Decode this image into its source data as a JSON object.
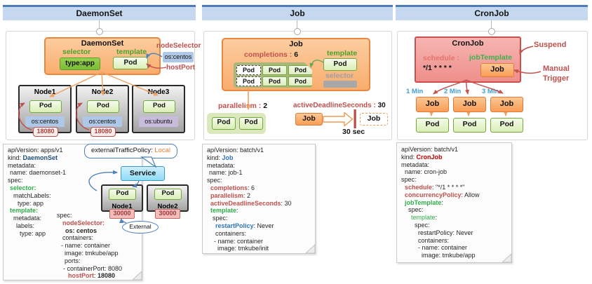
{
  "colors": {
    "accent_orange": "#ed7d31",
    "accent_red": "#c0504d",
    "accent_green": "#46a32b",
    "accent_blue": "#4f81bd",
    "header_blue": "#c6d8ef",
    "min_blue": "#3e9fdd"
  },
  "panels": {
    "daemonset": {
      "header": "DaemonSet",
      "box_title": "DaemonSet",
      "selector_label": "selector",
      "selector_value": "type:app",
      "template_label": "template",
      "template_pod": "Pod",
      "node_selector_label": "nodeSelector",
      "node_selector_chip": "os:centos",
      "host_port_label": "hostPort",
      "nodes": [
        {
          "title": "Node1",
          "pod": "Pod",
          "os": "os:centos",
          "port": "18080"
        },
        {
          "title": "Node2",
          "pod": "Pod",
          "os": "os:centos",
          "port": "18080"
        },
        {
          "title": "Node3",
          "pod": "Pod",
          "os": "os:ubuntu"
        }
      ]
    },
    "job": {
      "header": "Job",
      "box_title": "Job",
      "completions_label": "completions :",
      "completions_value": "6",
      "grid": [
        "Pod",
        "Pod",
        "Pod",
        "Pod",
        "Pod",
        "Pod"
      ],
      "template_label": "template",
      "template_pod": "Pod",
      "selector_label": "selector",
      "parallelism_label": "parallelism :",
      "parallelism_value": "2",
      "parallel_pods": [
        "Pod",
        "Pod"
      ],
      "adl_label": "activeDeadlineSeconds :",
      "adl_value": "30",
      "job_chip": "Job",
      "job_chip_dashed": "Job",
      "deadline_caption": "30 sec"
    },
    "cronjob": {
      "header": "CronJob",
      "box_title": "CronJob",
      "schedule_label": "schedule :",
      "schedule_value": "*/1 * * * *",
      "job_template_label": "jobTemplate",
      "job_chip": "Job",
      "suspend_label": "Suspend",
      "manual_trigger_line1": "Manual",
      "manual_trigger_line2": "Trigger",
      "runs": [
        {
          "min": "1 Min",
          "job": "Job",
          "pod": "Pod"
        },
        {
          "min": "2 Min",
          "job": "Job",
          "pod": "Pod"
        },
        {
          "min": "3 Min",
          "job": "Job",
          "pod": "Pod"
        }
      ]
    }
  },
  "service": {
    "callout_text": "externalTrafficPolicy: ",
    "callout_value": "Local",
    "service_label": "Service",
    "nodes": [
      {
        "pod": "Pod",
        "title": "Node1",
        "port": "30000"
      },
      {
        "pod": "Pod",
        "title": "Node2",
        "port": "30000"
      }
    ],
    "external_label": "External"
  },
  "notes": {
    "daemonset_a": {
      "lines": [
        {
          "i": 0,
          "s": [
            [
              "apiVersion: apps/v1",
              ""
            ]
          ]
        },
        {
          "i": 0,
          "s": [
            [
              "kind: ",
              ""
            ],
            [
              "DaemonSet",
              "navy b"
            ]
          ]
        },
        {
          "i": 0,
          "s": [
            [
              "metadata:",
              ""
            ]
          ]
        },
        {
          "i": 3,
          "s": [
            [
              "name: daemonset-1",
              ""
            ]
          ]
        },
        {
          "i": 0,
          "s": [
            [
              "spec:",
              ""
            ]
          ]
        },
        {
          "i": 3,
          "s": [
            [
              "selector:",
              "green b"
            ]
          ]
        },
        {
          "i": 8,
          "s": [
            [
              "matchLabels:",
              ""
            ]
          ]
        },
        {
          "i": 14,
          "s": [
            [
              "type: app",
              ""
            ]
          ]
        },
        {
          "i": 3,
          "s": [
            [
              "template:",
              "green b"
            ]
          ]
        },
        {
          "i": 8,
          "s": [
            [
              "metadata:",
              ""
            ]
          ]
        },
        {
          "i": 12,
          "s": [
            [
              "labels:",
              ""
            ]
          ]
        },
        {
          "i": 17,
          "s": [
            [
              "type: app",
              ""
            ]
          ]
        }
      ]
    },
    "daemonset_b": {
      "lines": [
        {
          "i": 0,
          "s": [
            [
              "spec:",
              ""
            ]
          ]
        },
        {
          "i": 8,
          "s": [
            [
              "nodeSelector:",
              "red b"
            ]
          ]
        },
        {
          "i": 12,
          "s": [
            [
              "os: centos",
              "b"
            ]
          ]
        },
        {
          "i": 8,
          "s": [
            [
              "containers:",
              ""
            ]
          ]
        },
        {
          "i": 6,
          "s": [
            [
              "- name: container",
              ""
            ]
          ]
        },
        {
          "i": 11,
          "s": [
            [
              "image: tmkube/app",
              ""
            ]
          ]
        },
        {
          "i": 11,
          "s": [
            [
              "ports:",
              ""
            ]
          ]
        },
        {
          "i": 9,
          "s": [
            [
              "- containerPort: 8080",
              ""
            ]
          ]
        },
        {
          "i": 16,
          "s": [
            [
              "hostPort",
              "red b"
            ],
            [
              ": ",
              ""
            ],
            [
              "18080",
              "b"
            ]
          ]
        }
      ]
    },
    "job": {
      "lines": [
        {
          "i": 0,
          "s": [
            [
              "apiVersion: batch/v1",
              ""
            ]
          ]
        },
        {
          "i": 0,
          "s": [
            [
              "kind: ",
              ""
            ],
            [
              "Job",
              "blue b"
            ]
          ]
        },
        {
          "i": 0,
          "s": [
            [
              "metadata:",
              ""
            ]
          ]
        },
        {
          "i": 3,
          "s": [
            [
              "name: job-1",
              ""
            ]
          ]
        },
        {
          "i": 0,
          "s": [
            [
              "spec:",
              ""
            ]
          ]
        },
        {
          "i": 5,
          "s": [
            [
              "completions",
              "red b"
            ],
            [
              ": 6",
              ""
            ]
          ]
        },
        {
          "i": 5,
          "s": [
            [
              "parallelism",
              "red b"
            ],
            [
              ": 2",
              ""
            ]
          ]
        },
        {
          "i": 5,
          "s": [
            [
              "activeDeadlineSeconds",
              "red b"
            ],
            [
              ": 30",
              ""
            ]
          ]
        },
        {
          "i": 5,
          "s": [
            [
              "template",
              "green b"
            ],
            [
              ":",
              ""
            ]
          ]
        },
        {
          "i": 8,
          "s": [
            [
              "spec:",
              ""
            ]
          ]
        },
        {
          "i": 12,
          "s": [
            [
              "restartPolicy",
              "blue b"
            ],
            [
              ": Never",
              ""
            ]
          ]
        },
        {
          "i": 12,
          "s": [
            [
              "containers:",
              ""
            ]
          ]
        },
        {
          "i": 10,
          "s": [
            [
              "- name: container",
              ""
            ]
          ]
        },
        {
          "i": 15,
          "s": [
            [
              "image: tmkube/init",
              ""
            ]
          ]
        }
      ]
    },
    "cronjob": {
      "lines": [
        {
          "i": 0,
          "s": [
            [
              "apiVersion: batch/v1",
              ""
            ]
          ]
        },
        {
          "i": 0,
          "s": [
            [
              "kind: ",
              ""
            ],
            [
              "CronJob",
              "darkred b"
            ]
          ]
        },
        {
          "i": 0,
          "s": [
            [
              "metadata:",
              ""
            ]
          ]
        },
        {
          "i": 5,
          "s": [
            [
              "name: cron-job",
              ""
            ]
          ]
        },
        {
          "i": 0,
          "s": [
            [
              "spec:",
              ""
            ]
          ]
        },
        {
          "i": 5,
          "s": [
            [
              "schedule",
              "red b"
            ],
            [
              ": \"*/1 * * * *\"",
              ""
            ]
          ]
        },
        {
          "i": 5,
          "s": [
            [
              "concurrencyPolicy",
              "red b"
            ],
            [
              ": Allow",
              ""
            ]
          ]
        },
        {
          "i": 5,
          "s": [
            [
              "jobTemplate",
              "green b"
            ],
            [
              ":",
              ""
            ]
          ]
        },
        {
          "i": 10,
          "s": [
            [
              "spec:",
              ""
            ]
          ]
        },
        {
          "i": 14,
          "s": [
            [
              "template",
              "green"
            ],
            [
              ":",
              ""
            ]
          ]
        },
        {
          "i": 19,
          "s": [
            [
              "spec:",
              ""
            ]
          ]
        },
        {
          "i": 24,
          "s": [
            [
              "restartPolicy: Never",
              ""
            ]
          ]
        },
        {
          "i": 24,
          "s": [
            [
              "containers:",
              ""
            ]
          ]
        },
        {
          "i": 24,
          "s": [
            [
              "- name: container",
              ""
            ]
          ]
        },
        {
          "i": 29,
          "s": [
            [
              "image: tmkube/app",
              ""
            ]
          ]
        }
      ]
    }
  }
}
